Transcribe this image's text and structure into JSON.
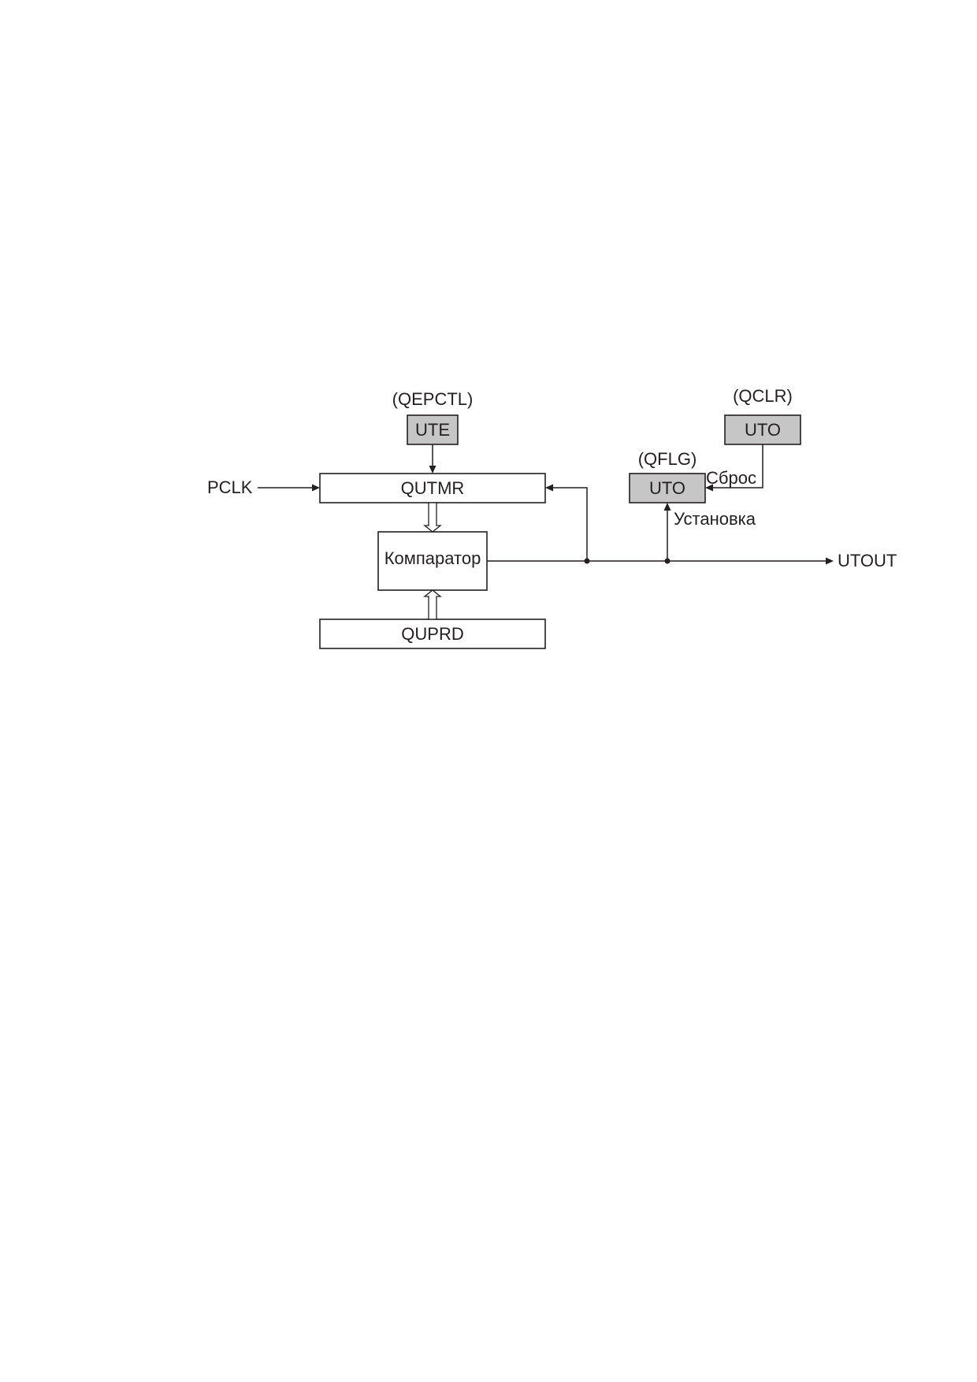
{
  "diagram": {
    "register_labels": {
      "qepctl": "(QEPCTL)",
      "qclr": "(QCLR)",
      "qflg": "(QFLG)"
    },
    "blocks": {
      "ute": "UTE",
      "uto_qclr": "UTO",
      "uto_qflg": "UTO",
      "qutmr": "QUTMR",
      "comparator": "Компаратор",
      "quprd": "QUPRD"
    },
    "signals": {
      "pclk": "PCLK",
      "utout": "UTOUT",
      "reset": "Сброс",
      "set": "Установка"
    }
  }
}
